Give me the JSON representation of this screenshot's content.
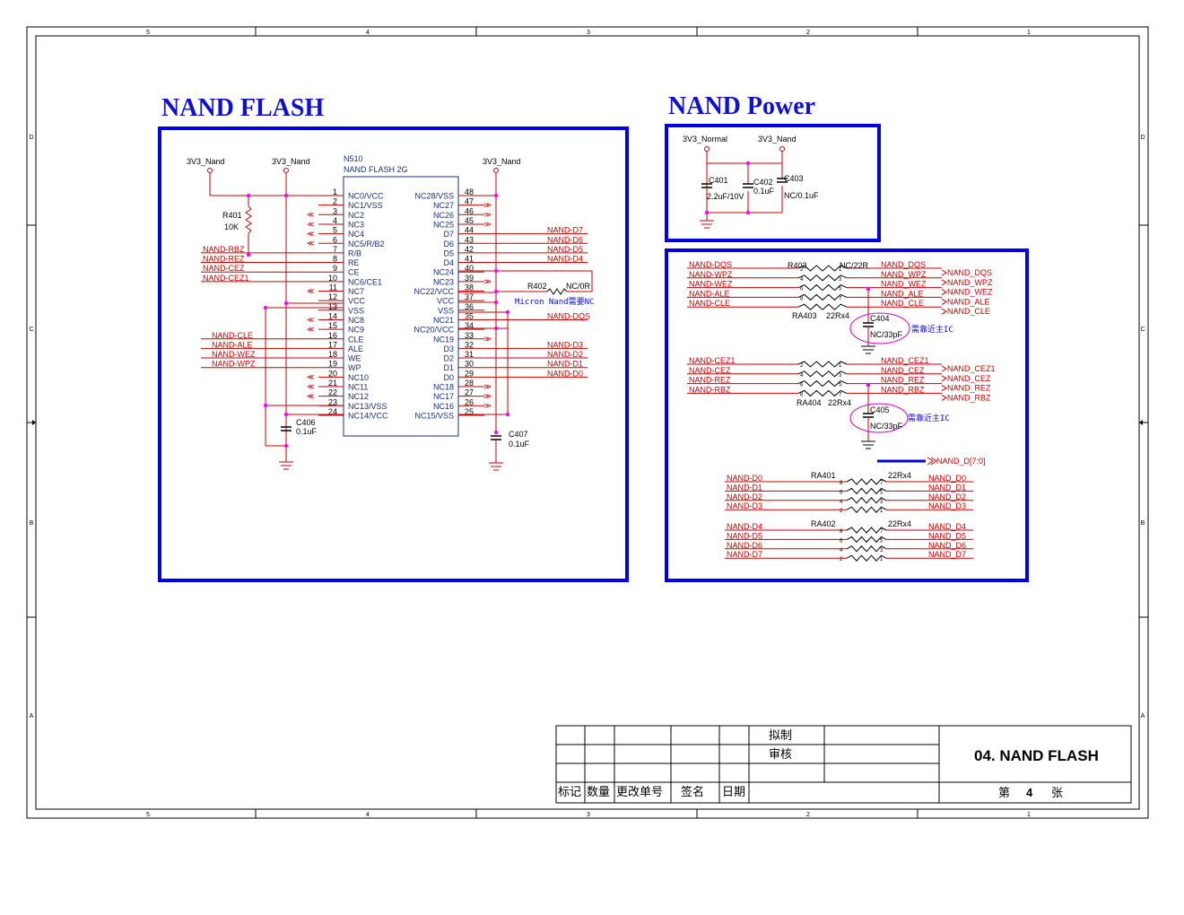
{
  "frame": {
    "col_labels": [
      "5",
      "4",
      "3",
      "2",
      "1"
    ],
    "row_labels": [
      "D",
      "C",
      "B",
      "A"
    ]
  },
  "nand_flash": {
    "title": "NAND FLASH",
    "ref": "N510",
    "part": "NAND FLASH 2G",
    "power_label": "3V3_Nand",
    "r401_ref": "R401",
    "r401_val": "10K",
    "left_pins": [
      {
        "num": "1",
        "name": "NC0/VCC"
      },
      {
        "num": "2",
        "name": "NC1/VSS"
      },
      {
        "num": "3",
        "name": "NC2"
      },
      {
        "num": "4",
        "name": "NC3"
      },
      {
        "num": "5",
        "name": "NC4"
      },
      {
        "num": "6",
        "name": "NC5/R/B2"
      },
      {
        "num": "7",
        "name": "R/B"
      },
      {
        "num": "8",
        "name": "RE"
      },
      {
        "num": "9",
        "name": "CE"
      },
      {
        "num": "10",
        "name": "NC6/CE1"
      },
      {
        "num": "11",
        "name": "NC7"
      },
      {
        "num": "12",
        "name": "VCC"
      },
      {
        "num": "13",
        "name": "VSS"
      },
      {
        "num": "14",
        "name": "NC8"
      },
      {
        "num": "15",
        "name": "NC9"
      },
      {
        "num": "16",
        "name": "CLE"
      },
      {
        "num": "17",
        "name": "ALE"
      },
      {
        "num": "18",
        "name": "WE"
      },
      {
        "num": "19",
        "name": "WP"
      },
      {
        "num": "20",
        "name": "NC10"
      },
      {
        "num": "21",
        "name": "NC11"
      },
      {
        "num": "22",
        "name": "NC12"
      },
      {
        "num": "23",
        "name": "NC13/VSS"
      },
      {
        "num": "24",
        "name": "NC14/VCC"
      }
    ],
    "right_pins": [
      {
        "num": "48",
        "name": "NC28/VSS"
      },
      {
        "num": "47",
        "name": "NC27"
      },
      {
        "num": "46",
        "name": "NC26"
      },
      {
        "num": "45",
        "name": "NC25"
      },
      {
        "num": "44",
        "name": "D7"
      },
      {
        "num": "43",
        "name": "D6"
      },
      {
        "num": "42",
        "name": "D5"
      },
      {
        "num": "41",
        "name": "D4"
      },
      {
        "num": "40",
        "name": "NC24"
      },
      {
        "num": "39",
        "name": "NC23"
      },
      {
        "num": "38",
        "name": "NC22/VCC"
      },
      {
        "num": "37",
        "name": "VCC"
      },
      {
        "num": "36",
        "name": "VSS"
      },
      {
        "num": "35",
        "name": "NC21"
      },
      {
        "num": "34",
        "name": "NC20/VCC"
      },
      {
        "num": "33",
        "name": "NC19"
      },
      {
        "num": "32",
        "name": "D3"
      },
      {
        "num": "31",
        "name": "D2"
      },
      {
        "num": "30",
        "name": "D1"
      },
      {
        "num": "29",
        "name": "D0"
      },
      {
        "num": "28",
        "name": "NC18"
      },
      {
        "num": "27",
        "name": "NC17"
      },
      {
        "num": "26",
        "name": "NC16"
      },
      {
        "num": "25",
        "name": "NC15/VSS"
      }
    ],
    "left_nets": [
      "NAND-RBZ",
      "NAND-REZ",
      "NAND-CEZ",
      "NAND-CEZ1",
      "NAND-CLE",
      "NAND-ALE",
      "NAND-WEZ",
      "NAND-WPZ"
    ],
    "right_nets": [
      "NAND-D7",
      "NAND-D6",
      "NAND-D5",
      "NAND-D4",
      "NAND-DQS",
      "NAND-D3",
      "NAND-D2",
      "NAND-D1",
      "NAND-D0"
    ],
    "r402_ref": "R402",
    "r402_val": "NC/0R",
    "r402_note": "Micron Nand需要NC",
    "c406_ref": "C406",
    "c406_val": "0.1uF",
    "c407_ref": "C407",
    "c407_val": "0.1uF"
  },
  "nand_power": {
    "title": "NAND Power",
    "rail_a": "3V3_Normal",
    "rail_b": "3V3_Nand",
    "caps": [
      {
        "ref": "C401",
        "val": "2.2uF/10V"
      },
      {
        "ref": "C402",
        "val": "0.1uF"
      },
      {
        "ref": "C403",
        "val": "NC/0.1uF"
      }
    ]
  },
  "series": {
    "group1": {
      "left": [
        "NAND-DQS",
        "NAND-WPZ",
        "NAND-WEZ",
        "NAND-ALE",
        "NAND-CLE"
      ],
      "right": [
        "NAND_DQS",
        "NAND_WPZ",
        "NAND_WEZ",
        "NAND_ALE",
        "NAND_CLE"
      ],
      "out": [
        "NAND_DQS",
        "NAND_WPZ",
        "NAND_WEZ",
        "NAND_ALE",
        "NAND_CLE"
      ],
      "r403_ref": "R403",
      "r403_val": "NC/22R",
      "ra_ref": "RA403",
      "ra_val": "22Rx4",
      "cap_ref": "C404",
      "cap_val": "NC/33pF",
      "note": "需靠近主IC"
    },
    "group2": {
      "left": [
        "NAND-CEZ1",
        "NAND-CEZ",
        "NAND-REZ",
        "NAND-RBZ"
      ],
      "right": [
        "NAND_CEZ1",
        "NAND_CEZ",
        "NAND_REZ",
        "NAND_RBZ"
      ],
      "out": [
        "NAND_CEZ1",
        "NAND_CEZ",
        "NAND_REZ",
        "NAND_RBZ"
      ],
      "ra_ref": "RA404",
      "ra_val": "22Rx4",
      "cap_ref": "C405",
      "cap_val": "NC/33pF",
      "note": "需靠近主IC"
    },
    "bus_label": "NAND_D[7:0]",
    "data1": {
      "ref": "RA401",
      "val": "22Rx4",
      "left": [
        "NAND-D0",
        "NAND-D1",
        "NAND-D2",
        "NAND-D3"
      ],
      "right": [
        "NAND_D0",
        "NAND_D1",
        "NAND_D2",
        "NAND_D3"
      ]
    },
    "data2": {
      "ref": "RA402",
      "val": "22Rx4",
      "left": [
        "NAND-D4",
        "NAND-D5",
        "NAND-D6",
        "NAND-D7"
      ],
      "right": [
        "NAND_D4",
        "NAND_D5",
        "NAND_D6",
        "NAND_D7"
      ]
    }
  },
  "title_block": {
    "draft": "拟制",
    "review": "审核",
    "headers": [
      "标记",
      "数量",
      "更改单号",
      "签名",
      "日期"
    ],
    "drawing_title": "04. NAND FLASH",
    "sheet_prefix": "第",
    "sheet_no": "4",
    "sheet_suffix": "张"
  }
}
